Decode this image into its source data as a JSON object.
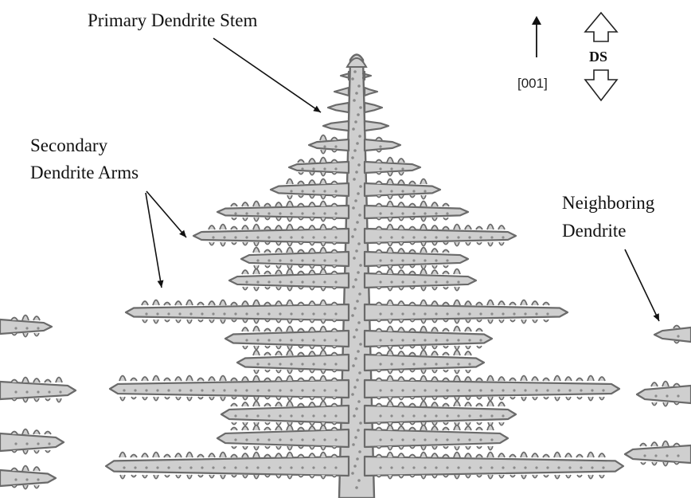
{
  "labels": {
    "primary_stem": "Primary Dendrite Stem",
    "secondary_arms_line1": "Secondary",
    "secondary_arms_line2": "Dendrite Arms",
    "neighboring_line1": "Neighboring",
    "neighboring_line2": "Dendrite",
    "direction": "[001]",
    "ds": "DS"
  },
  "colors": {
    "dendrite_stroke": "#6a6a6a",
    "dendrite_fill": "#cfcfcf",
    "dendrite_texture": "#8a8a8a",
    "text": "#111111",
    "arrow": "#111111"
  },
  "icons": {
    "growth_direction": "up-arrow-icon",
    "solidification_direction": "double-hollow-arrow-icon"
  }
}
